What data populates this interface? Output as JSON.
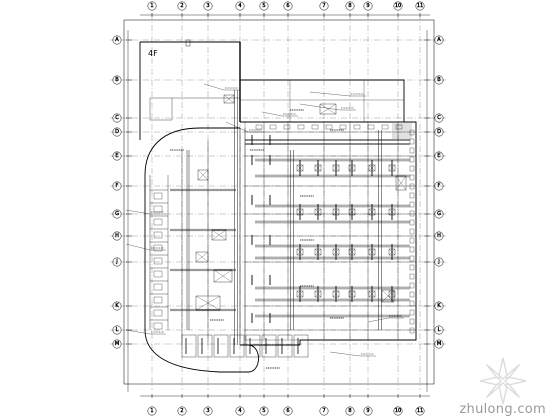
{
  "drawing": {
    "floor_tag": "4F",
    "top_axes": [
      "1",
      "2",
      "3",
      "4",
      "5",
      "6",
      "7",
      "8",
      "9",
      "10",
      "11"
    ],
    "bottom_axes": [
      "1",
      "2",
      "3",
      "4",
      "5",
      "6",
      "7",
      "8",
      "9",
      "10",
      "11"
    ],
    "left_axes": [
      "A",
      "B",
      "C",
      "D",
      "E",
      "F",
      "G",
      "H",
      "J",
      "K",
      "L",
      "M"
    ],
    "right_axes": [
      "A",
      "B",
      "C",
      "D",
      "E",
      "F",
      "G",
      "H",
      "J",
      "K",
      "L",
      "M"
    ]
  },
  "watermark": {
    "logo_name": "zhulong-logo-icon",
    "text": "zhulong.com"
  },
  "colors": {
    "line": "#000000",
    "background": "#ffffff",
    "watermark": "#9a9a9a"
  }
}
